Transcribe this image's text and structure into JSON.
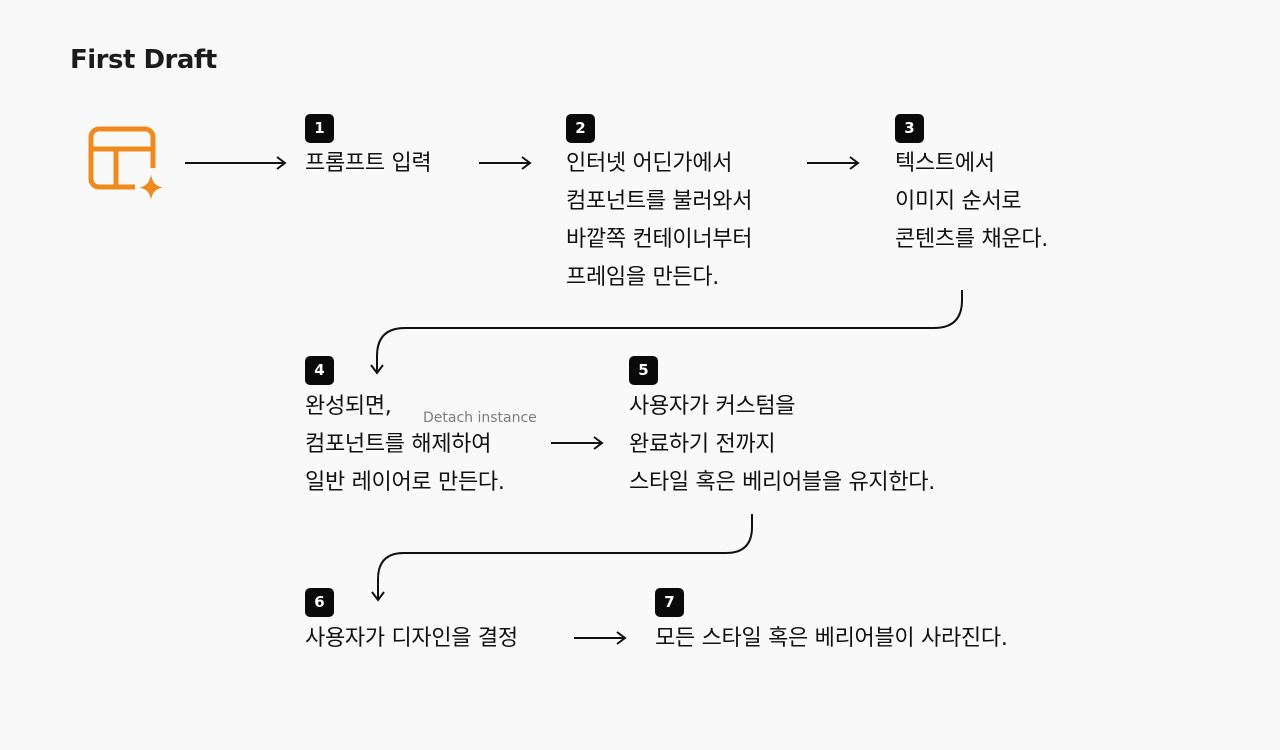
{
  "title": "First Draft",
  "accent_color": "#f08a1c",
  "icon": "layout-sparkle-icon",
  "steps": [
    {
      "number": "1",
      "text": "프롬프트 입력"
    },
    {
      "number": "2",
      "text": "인터넷 어딘가에서\n컴포넌트를 불러와서\n바깥쪽 컨테이너부터\n프레임을 만든다."
    },
    {
      "number": "3",
      "text": "텍스트에서\n이미지 순서로\n콘텐츠를 채운다."
    },
    {
      "number": "4",
      "text": "완성되면,\n컴포넌트를 해제하여\n일반 레이어로 만든다."
    },
    {
      "number": "5",
      "text": "사용자가 커스텀을\n완료하기 전까지\n스타일 혹은 베리어블을 유지한다."
    },
    {
      "number": "6",
      "text": "사용자가 디자인을 결정"
    },
    {
      "number": "7",
      "text": "모든 스타일 혹은 베리어블이 사라진다."
    }
  ],
  "note": "Detach instance"
}
